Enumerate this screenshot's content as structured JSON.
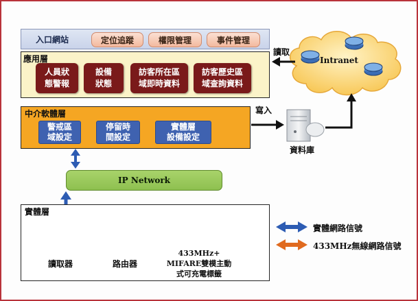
{
  "top_bar": {
    "portal": "入口網站",
    "tabs": [
      "定位追蹤",
      "權限管理",
      "事件管理"
    ]
  },
  "app_layer": {
    "title": "應用層",
    "boxes": [
      "人員狀態警報",
      "設備狀態",
      "訪客所在區域即時資料",
      "訪客歷史區域查詢資料"
    ],
    "box_lines": [
      [
        "人員狀",
        "態警報"
      ],
      [
        "設備",
        "狀態"
      ],
      [
        "訪客所在區",
        "域即時資料"
      ],
      [
        "訪客歷史區",
        "域查詢資料"
      ]
    ]
  },
  "middleware_layer": {
    "title": "中介軟體層",
    "box_lines": [
      [
        "警戒區",
        "域設定"
      ],
      [
        "停留時",
        "間設定"
      ],
      [
        "實體層",
        "設備設定"
      ]
    ]
  },
  "network": {
    "label": "IP Network"
  },
  "cloud": {
    "label": "Intranet",
    "read_label": "讀取"
  },
  "database": {
    "label": "資料庫",
    "write_label": "寫入"
  },
  "physical_layer": {
    "title": "實體層",
    "reader_label": "讀取器",
    "router_label": "路由器",
    "tag_lines": [
      "433MHz+",
      "MIFARE雙模主動",
      "式可充電標籤"
    ]
  },
  "legend": {
    "items": [
      {
        "label": "實體網路信號",
        "color": "#2d5cb3"
      },
      {
        "label": "433MHz無線網路信號",
        "color": "#e06a1f"
      }
    ]
  },
  "colors": {
    "frame": "#b8323a",
    "app_box": "#7a1a1a",
    "mid_box": "#3f62b0",
    "middleware_bg": "#f5a623",
    "network": "#8ec050",
    "blue_arrow": "#2d5cb3",
    "orange_arrow": "#e06a1f"
  }
}
